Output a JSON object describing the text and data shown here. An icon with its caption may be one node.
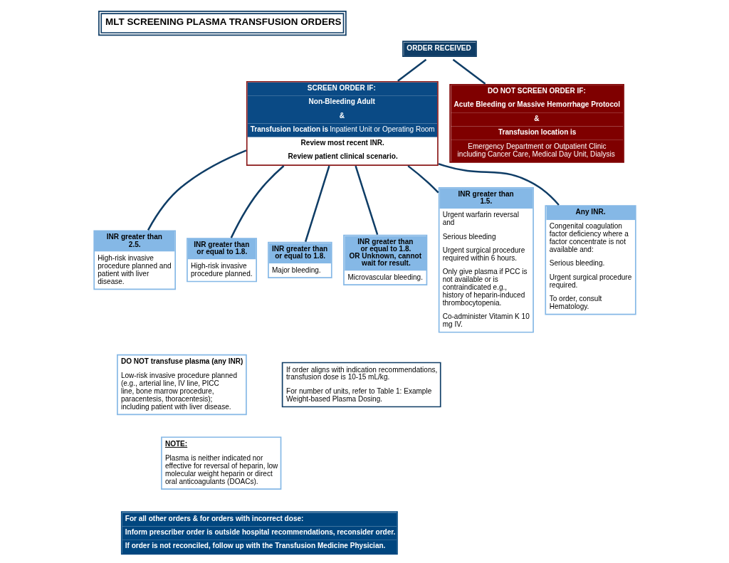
{
  "diagram": {
    "title": "MLT SCREENING PLASMA TRANSFUSION ORDERS",
    "nodes": [
      {
        "text": [
          "ORDER RECEIVED"
        ]
      },
      {
        "text": [
          "SCREEN ORDER IF:",
          "Non-Bleeding Adult",
          "&",
          "**Transfusion location is** Inpatient Unit or Operating Room",
          "Review most recent INR.",
          "Review patient clinical scenario."
        ]
      },
      {
        "text": [
          "DO NOT SCREEN ORDER IF:",
          "Acute Bleeding or Massive Hemorrhage Protocol",
          "&",
          "Transfusion location is",
          "Emergency Department or Outpatient Clinic including Cancer Care, Medical Day Unit, Dialysis"
        ]
      },
      {
        "text": [
          "INR greater than 2.5.",
          "High-risk invasive procedure planned and patient with liver disease."
        ]
      },
      {
        "text": [
          "INR greater than or equal to 1.8.",
          "High-risk invasive procedure planned."
        ]
      },
      {
        "text": [
          "INR greater than or equal to 1.8.",
          "Major bleeding."
        ]
      },
      {
        "text": [
          "INR greater than or equal to 1.8. OR Unknown, cannot wait for result.",
          "Microvascular bleeding."
        ]
      },
      {
        "text": [
          "INR greater than 1.5.",
          "Urgent warfarin reversal and",
          "Serious bleeding",
          "Urgent surgical procedure required within 6 hours.",
          "Only give plasma if PCC is not available or is contraindicated e.g., history of heparin-induced thrombocytopenia.",
          "Co-administer Vitamin K 10 mg IV."
        ]
      },
      {
        "text": [
          "Any INR.",
          "Congenital coagulation factor deficiency where a factor concentrate is not available and:",
          "Serious bleeding.",
          "Urgent surgical procedure required.",
          "To order, consult Hematology."
        ]
      },
      {
        "text": [
          "DO NOT transfuse plasma (any INR)",
          "Low-risk invasive procedure planned (e.g., arterial line, IV line, PICC line, bone marrow procedure, paracentesis, thoracentesis); including patient with liver disease."
        ]
      },
      {
        "text": [
          "NOTE:",
          "Plasma is neither indicated nor effective for reversal of heparin, low molecular weight heparin or direct oral anticoagulants (DOACs)."
        ]
      },
      {
        "text": [
          "If order aligns with indication recommendations, transfusion dose is 10-15 mL/kg.",
          "For number of units, refer to Table 1: Example Weight-based Plasma Dosing."
        ]
      },
      {
        "text": [
          "For all other orders & for orders with incorrect dose:",
          "Inform prescriber order is outside hospital recommendations, reconsider order.",
          "If order is not reconciled, follow up with the Transfusion Medicine Physician."
        ]
      }
    ],
    "edges": [
      {
        "from": 0,
        "to": 1,
        "arrow": "none"
      },
      {
        "from": 0,
        "to": 2,
        "arrow": "none"
      },
      {
        "from": 1,
        "to": 3,
        "arrow": "none"
      },
      {
        "from": 1,
        "to": 4,
        "arrow": "none"
      },
      {
        "from": 1,
        "to": 5,
        "arrow": "none"
      },
      {
        "from": 1,
        "to": 6,
        "arrow": "none"
      },
      {
        "from": 1,
        "to": 7,
        "arrow": "none"
      },
      {
        "from": 1,
        "to": 8,
        "arrow": "none"
      }
    ]
  }
}
